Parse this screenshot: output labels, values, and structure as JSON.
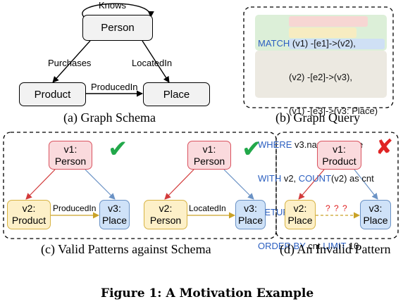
{
  "schema": {
    "nodes": {
      "person": "Person",
      "product": "Product",
      "place": "Place"
    },
    "edges": {
      "knows": "Knows",
      "purchases": "Purchases",
      "located_in": "LocatedIn",
      "produced_in": "ProducedIn"
    },
    "caption": "(a) Graph Schema"
  },
  "query": {
    "lines": [
      {
        "kw": "MATCH",
        "text": " (v1) -[e1]->(v2),"
      },
      {
        "kw": "",
        "text": "(v2) -[e2]->(v3),"
      },
      {
        "kw": "",
        "text": "(v1) -[e3]->(v3: Place)"
      },
      {
        "kw": "WHERE",
        "text": " v3.name=$name"
      },
      {
        "kw": "WITH",
        "text": " v2, ",
        "kw2": "COUNT",
        "text2": "(v2) as cnt"
      },
      {
        "kw": "RETURN",
        "text": " v2"
      },
      {
        "kw": "ORDER BY",
        "text": " cnt ",
        "kw2": "LIMIT",
        "text2": " 10"
      }
    ],
    "caption": "(b) Graph Query"
  },
  "valid_patterns": {
    "pattern1": {
      "v1": [
        "v1:",
        "Person"
      ],
      "v2": [
        "v2:",
        "Product"
      ],
      "v3": [
        "v3:",
        "Place"
      ],
      "edge": "ProducedIn",
      "mark": "✔"
    },
    "pattern2": {
      "v1": [
        "v1:",
        "Person"
      ],
      "v2": [
        "v2:",
        "Person"
      ],
      "v3": [
        "v3:",
        "Place"
      ],
      "edge": "LocatedIn",
      "mark": "✔"
    },
    "caption": "(c) Valid Patterns against Schema"
  },
  "invalid_pattern": {
    "v1": [
      "v1:",
      "Product"
    ],
    "v2": [
      "v2:",
      "Place"
    ],
    "v3": [
      "v3:",
      "Place"
    ],
    "edge": "? ? ?",
    "mark": "✘",
    "caption": "(d) An Invalid Pattern"
  },
  "figure_caption": "Figure 1: A Motivation Example",
  "colors": {
    "check": "#22a84a",
    "cross": "#e02424",
    "red_edge": "#d23a3a",
    "blue_edge": "#6a92c5",
    "gold_edge": "#c9a227",
    "match_bg": "#dcefd8",
    "with_bg": "#ece9e1",
    "keyword": "#2b5fc0"
  }
}
